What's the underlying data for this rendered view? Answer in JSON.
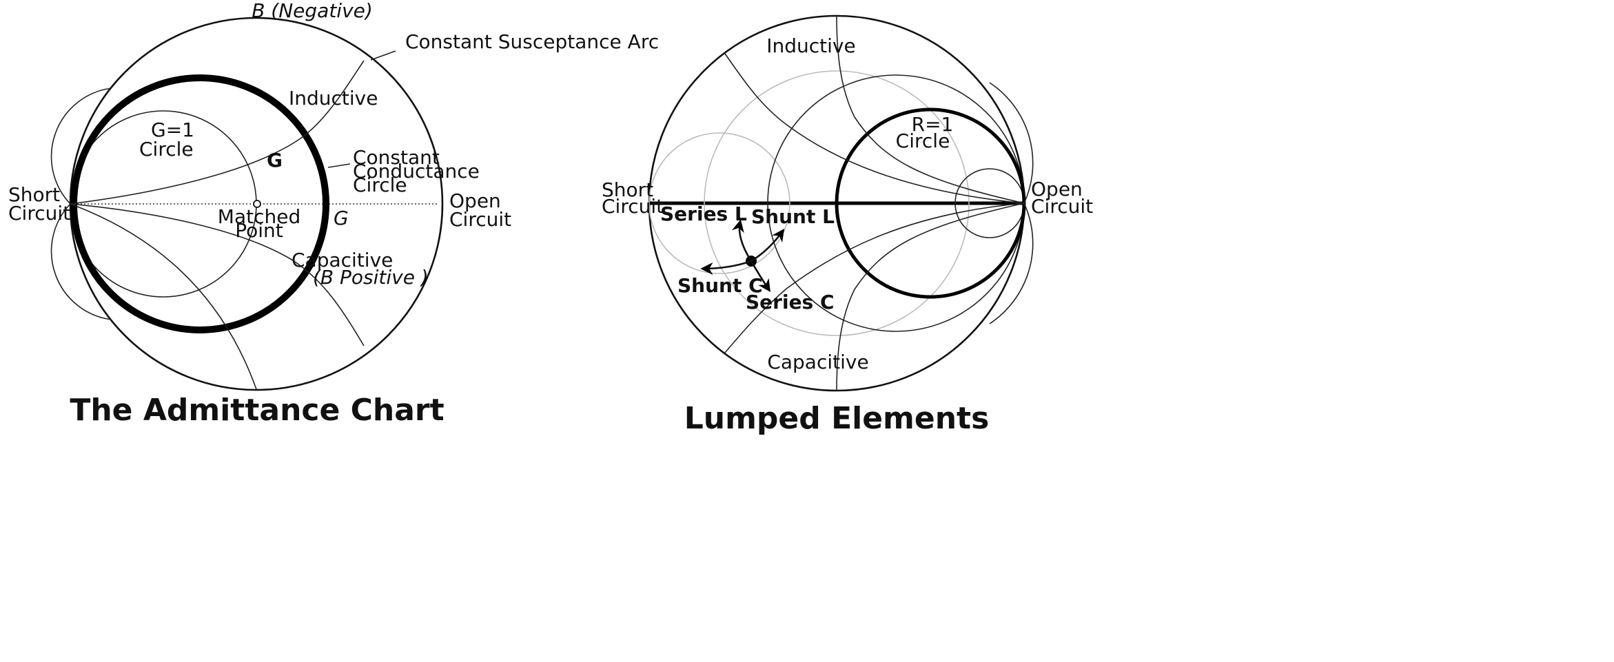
{
  "admittance": {
    "title": "The Admittance Chart",
    "b_negative": "B (Negative)",
    "constant_susceptance_arc": "Constant Susceptance Arc",
    "inductive": "Inductive",
    "g1_circle_line1": "G=1",
    "g1_circle_line2": "Circle",
    "g_bold": "G",
    "constant_conductance_line1": "Constant",
    "constant_conductance_line2": "Conductance",
    "constant_conductance_line3": "Circle",
    "short_circuit_line1": "Short",
    "short_circuit_line2": "Circuit",
    "open_circuit_line1": "Open",
    "open_circuit_line2": "Circuit",
    "matched_point_line1": "Matched",
    "matched_point_line2": "Point",
    "g_italic": "G",
    "capacitive": "Capacitive",
    "b_positive": "(B Positive )"
  },
  "lumped": {
    "title": "Lumped Elements",
    "inductive": "Inductive",
    "r1_circle_line1": "R=1",
    "r1_circle_line2": "Circle",
    "short_circuit_line1": "Short",
    "short_circuit_line2": "Circuit",
    "open_circuit_line1": "Open",
    "open_circuit_line2": "Circuit",
    "series_l": "Series L",
    "shunt_l": "Shunt L",
    "shunt_c": "Shunt C",
    "series_c": "Series C",
    "capacitive": "Capacitive"
  }
}
